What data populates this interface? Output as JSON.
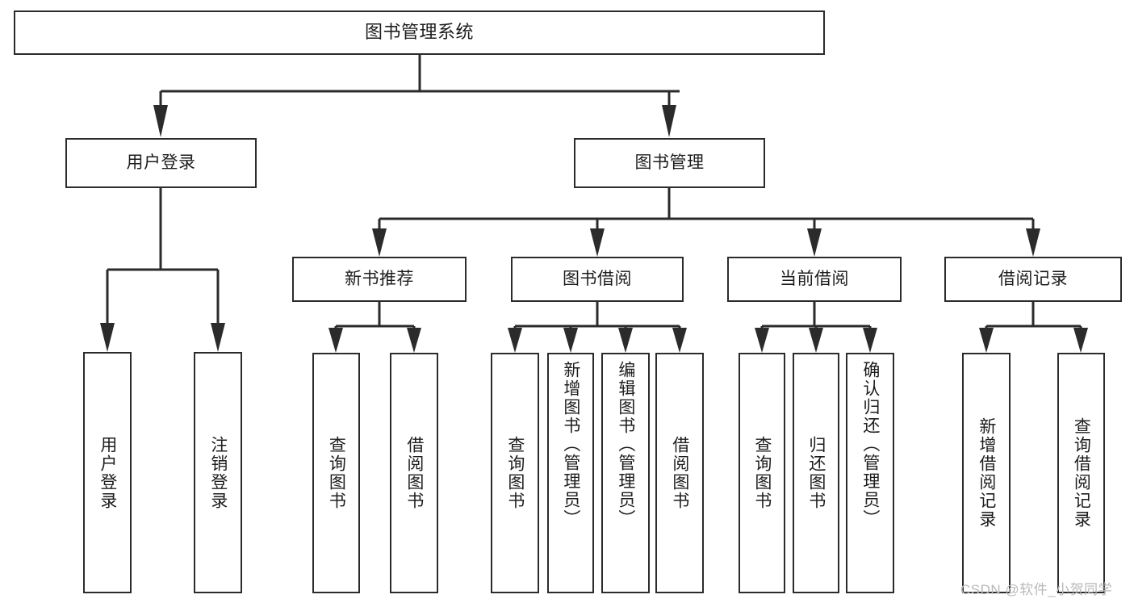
{
  "diagram": {
    "type": "tree-hierarchy",
    "root": {
      "label": "图书管理系统"
    },
    "level2": [
      {
        "label": "用户登录"
      },
      {
        "label": "图书管理"
      }
    ],
    "level3": [
      {
        "label": "新书推荐"
      },
      {
        "label": "图书借阅"
      },
      {
        "label": "当前借阅"
      },
      {
        "label": "借阅记录"
      }
    ],
    "leaves": {
      "user_login": [
        {
          "label": "用户登录"
        },
        {
          "label": "注销登录"
        }
      ],
      "new_book_recommend": [
        {
          "label": "查询图书"
        },
        {
          "label": "借阅图书"
        }
      ],
      "book_borrow": [
        {
          "label": "查询图书"
        },
        {
          "label": "新增图书（管理员）"
        },
        {
          "label": "编辑图书（管理员）"
        },
        {
          "label": "借阅图书"
        }
      ],
      "current_borrow": [
        {
          "label": "查询图书"
        },
        {
          "label": "归还图书"
        },
        {
          "label": "确认归还（管理员）"
        }
      ],
      "borrow_record": [
        {
          "label": "新增借阅记录"
        },
        {
          "label": "查询借阅记录"
        }
      ]
    }
  },
  "watermark": {
    "text": "CSDN @软件_小贺同学"
  },
  "colors": {
    "stroke": "#2b2b2b",
    "background": "#ffffff",
    "text": "#1d1d1d",
    "watermark": "#b9b9b9"
  }
}
